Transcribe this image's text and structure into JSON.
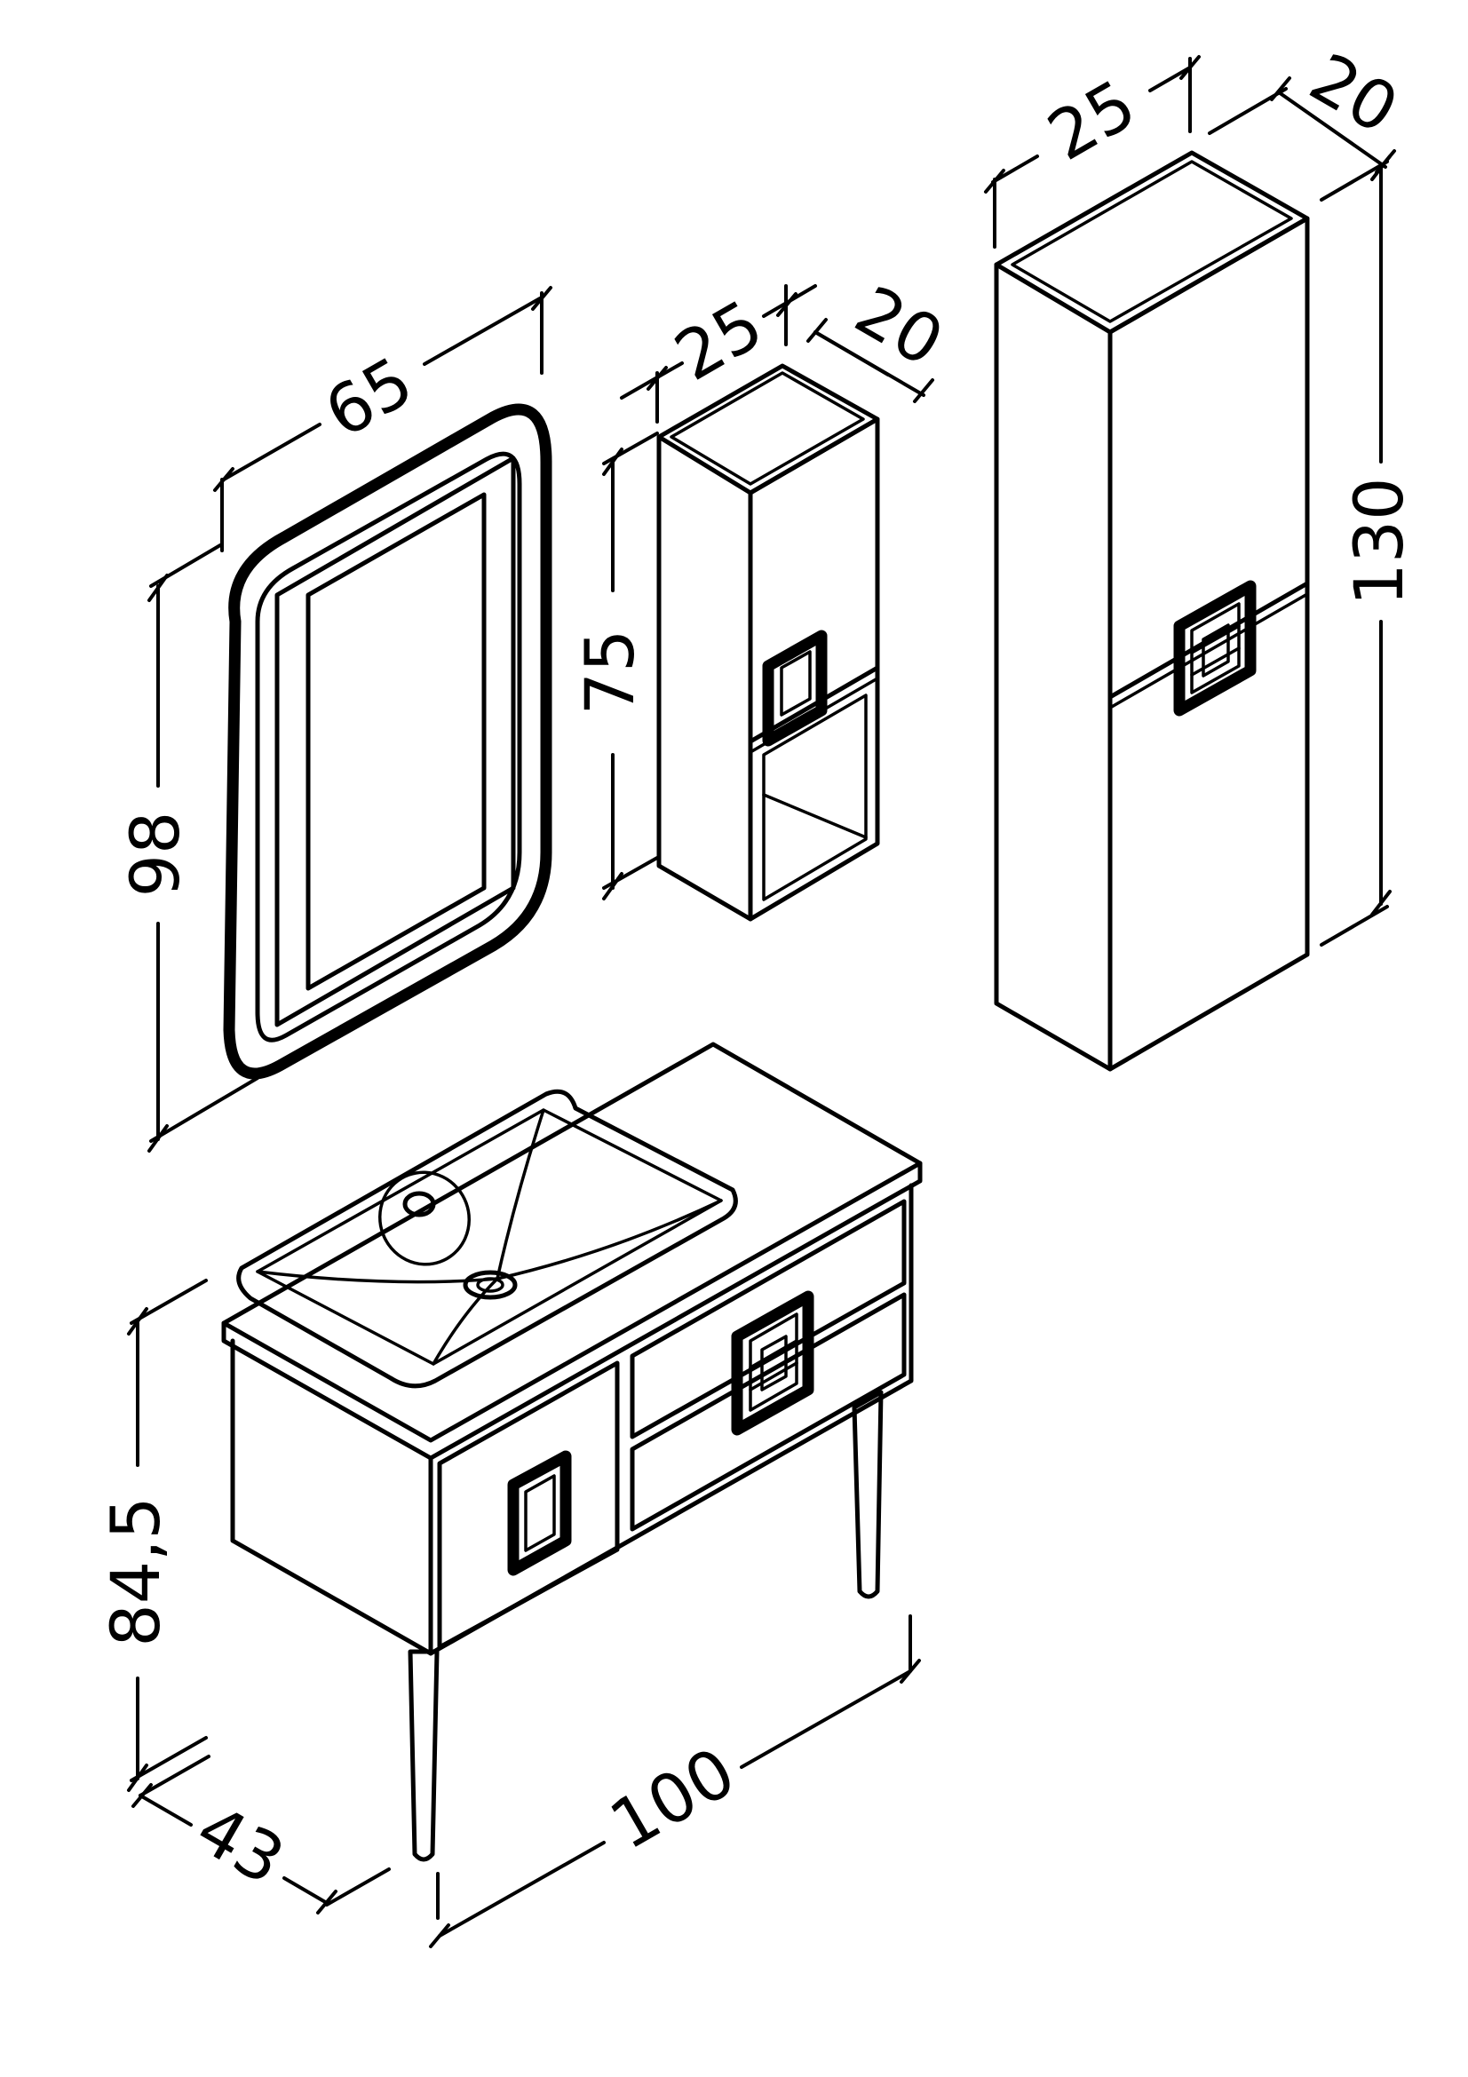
{
  "dimensions": {
    "mirror": {
      "width": "65",
      "height": "98"
    },
    "wall_cabinet": {
      "width": "25",
      "depth": "20",
      "height": "75"
    },
    "tall_cabinet": {
      "width": "25",
      "depth": "20",
      "height": "130"
    },
    "vanity": {
      "width": "100",
      "depth": "43",
      "height": "84,5"
    }
  }
}
